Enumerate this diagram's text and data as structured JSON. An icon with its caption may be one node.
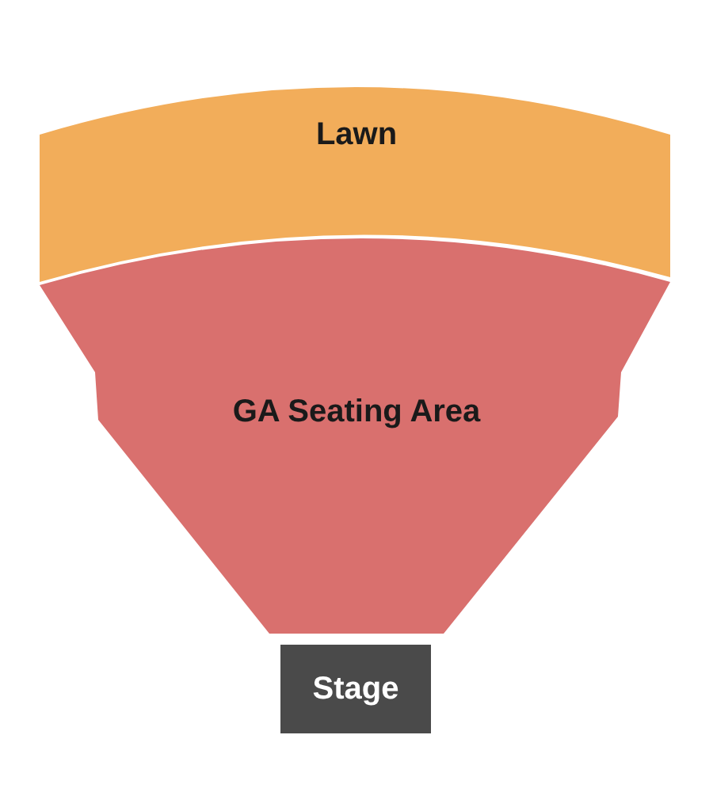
{
  "diagram": {
    "nodes": [
      {
        "text": [
          "Lawn"
        ]
      },
      {
        "text": [
          "GA Seating Area"
        ]
      },
      {
        "text": [
          "Stage"
        ]
      }
    ]
  }
}
